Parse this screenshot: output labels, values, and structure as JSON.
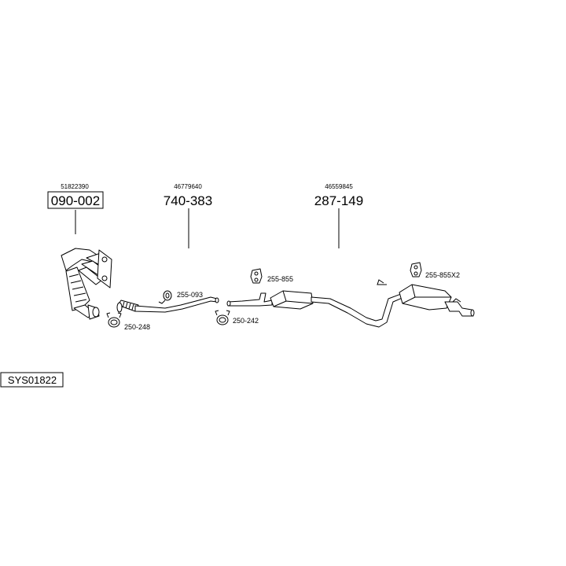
{
  "main_parts": [
    {
      "oem": "51822390",
      "code": "090-002",
      "boxed": true
    },
    {
      "oem": "46779640",
      "code": "740-383",
      "boxed": false
    },
    {
      "oem": "46559845",
      "code": "287-149",
      "boxed": false
    }
  ],
  "accessories": [
    {
      "code": "250-248",
      "icon": "clamp-icon"
    },
    {
      "code": "255-093",
      "icon": "ring-icon"
    },
    {
      "code": "255-855",
      "icon": "hanger-icon"
    },
    {
      "code": "250-242",
      "icon": "clamp-icon"
    },
    {
      "code": "255-855X2",
      "icon": "hanger-icon"
    }
  ],
  "system_code": "SYS01822"
}
